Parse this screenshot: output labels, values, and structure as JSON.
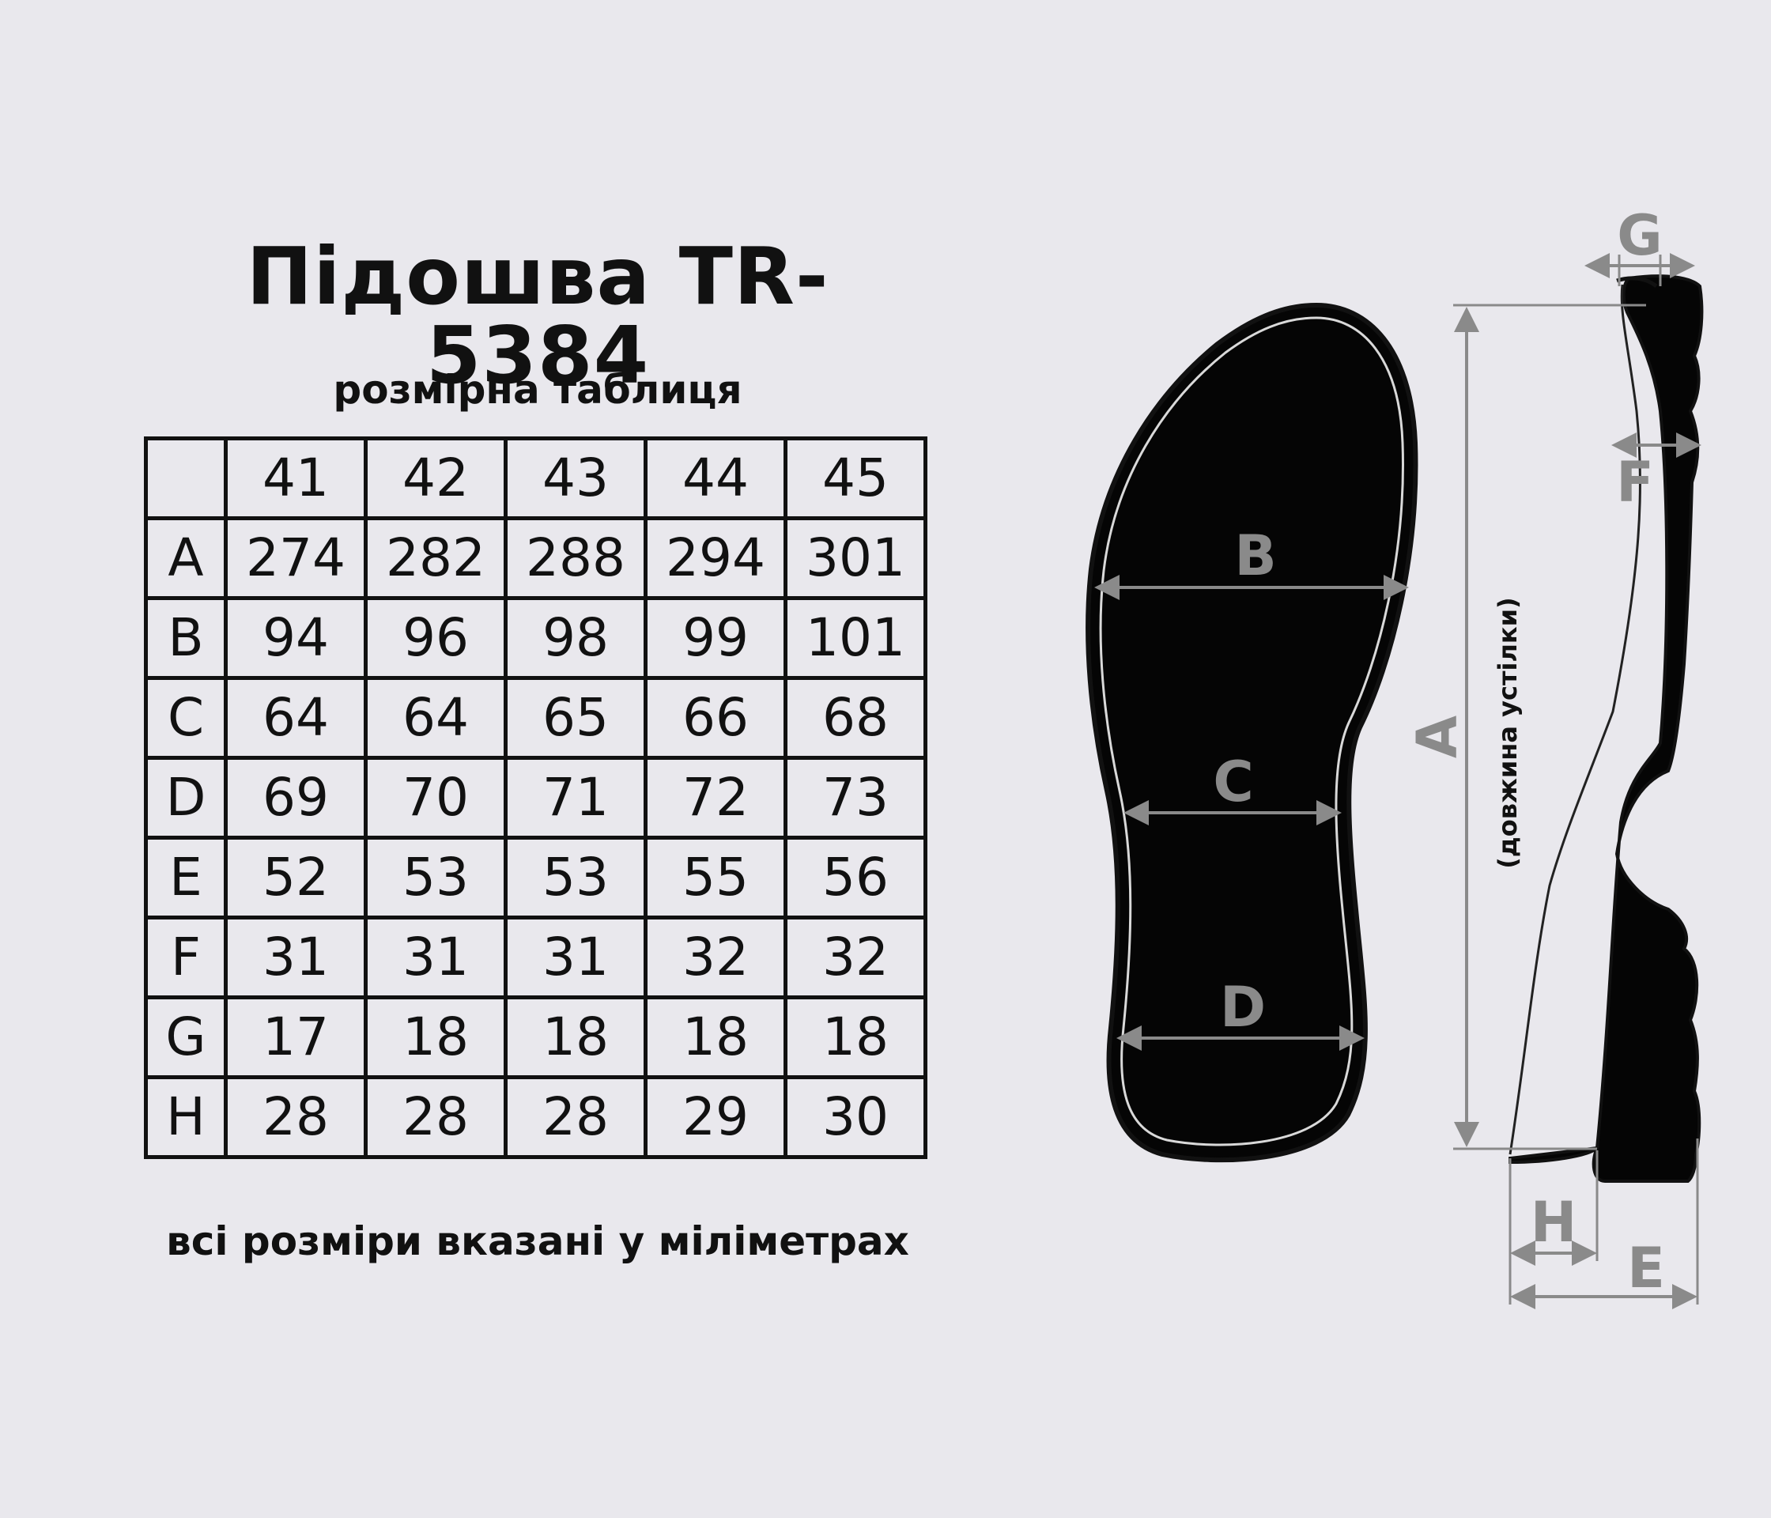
{
  "title": "Підошва TR-5384",
  "subtitle": "розмірна таблиця",
  "table": {
    "sizes": [
      "41",
      "42",
      "43",
      "44",
      "45"
    ],
    "rows": [
      {
        "label": "A",
        "values": [
          "274",
          "282",
          "288",
          "294",
          "301"
        ]
      },
      {
        "label": "B",
        "values": [
          "94",
          "96",
          "98",
          "99",
          "101"
        ]
      },
      {
        "label": "C",
        "values": [
          "64",
          "64",
          "65",
          "66",
          "68"
        ]
      },
      {
        "label": "D",
        "values": [
          "69",
          "70",
          "71",
          "72",
          "73"
        ]
      },
      {
        "label": "E",
        "values": [
          "52",
          "53",
          "53",
          "55",
          "56"
        ]
      },
      {
        "label": "F",
        "values": [
          "31",
          "31",
          "31",
          "32",
          "32"
        ]
      },
      {
        "label": "G",
        "values": [
          "17",
          "18",
          "18",
          "18",
          "18"
        ]
      },
      {
        "label": "H",
        "values": [
          "28",
          "28",
          "28",
          "29",
          "30"
        ]
      }
    ]
  },
  "footnote": "всі розміри вказані у міліметрах",
  "diagram": {
    "top_labels": {
      "B": "B",
      "C": "C",
      "D": "D"
    },
    "side_labels": {
      "A": "A",
      "E": "E",
      "F": "F",
      "G": "G",
      "H": "H"
    },
    "insole_note": "(довжина устілки)"
  },
  "colors": {
    "background": "#e9e8ed",
    "ink": "#111111",
    "dimension": "#8a8a8a"
  }
}
